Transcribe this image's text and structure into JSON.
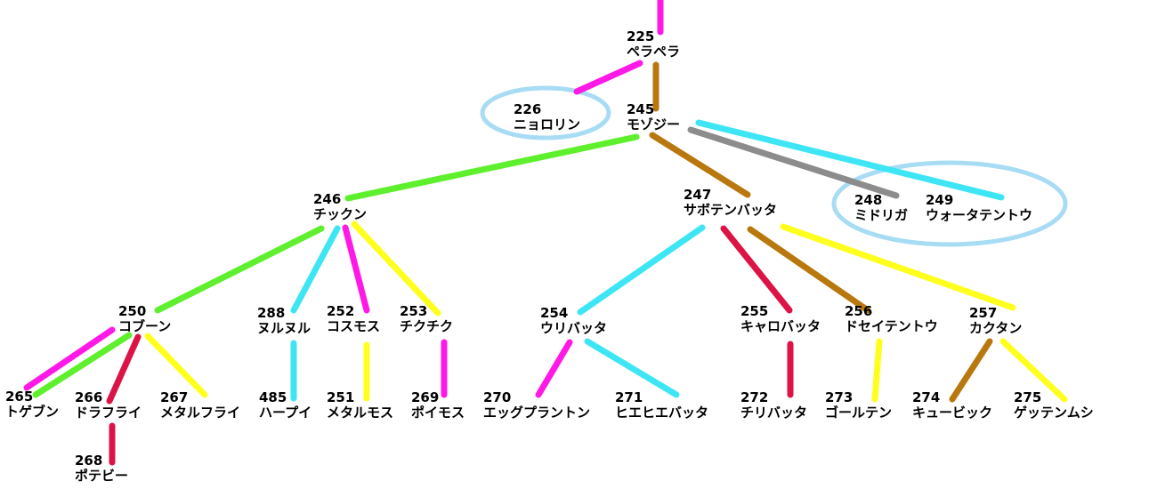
{
  "colors": {
    "magenta": "#ff19e6",
    "brown": "#b8780e",
    "green": "#5ef02c",
    "cyan": "#3ee6f5",
    "yellow": "#ffff1e",
    "crimson": "#dc1446",
    "gray": "#8c8c8c",
    "circle": "#a8dcf5",
    "text": "#000000"
  },
  "nodes": [
    {
      "id": "225",
      "number": "225",
      "name": "ペラペラ"
    },
    {
      "id": "226",
      "number": "226",
      "name": "ニョロリン"
    },
    {
      "id": "245",
      "number": "245",
      "name": "モゾジー"
    },
    {
      "id": "246",
      "number": "246",
      "name": "チックン"
    },
    {
      "id": "247",
      "number": "247",
      "name": "サボテンバッタ"
    },
    {
      "id": "248",
      "number": "248",
      "name": "ミドリガ"
    },
    {
      "id": "249",
      "number": "249",
      "name": "ウォータテントウ"
    },
    {
      "id": "250",
      "number": "250",
      "name": "コブーン"
    },
    {
      "id": "288",
      "number": "288",
      "name": "ヌルヌル"
    },
    {
      "id": "252",
      "number": "252",
      "name": "コスモス"
    },
    {
      "id": "253",
      "number": "253",
      "name": "チクチク"
    },
    {
      "id": "254",
      "number": "254",
      "name": "ウリバッタ"
    },
    {
      "id": "255",
      "number": "255",
      "name": "キャロバッタ"
    },
    {
      "id": "256",
      "number": "256",
      "name": "ドセイテントウ"
    },
    {
      "id": "257",
      "number": "257",
      "name": "カクタン"
    },
    {
      "id": "265",
      "number": "265",
      "name": "トゲブン"
    },
    {
      "id": "266",
      "number": "266",
      "name": "ドラフライ"
    },
    {
      "id": "267",
      "number": "267",
      "name": "メタルフライ"
    },
    {
      "id": "485",
      "number": "485",
      "name": "ハープイ"
    },
    {
      "id": "251",
      "number": "251",
      "name": "メタルモス"
    },
    {
      "id": "269",
      "number": "269",
      "name": "ポイモス"
    },
    {
      "id": "270",
      "number": "270",
      "name": "エッグプラントン"
    },
    {
      "id": "271",
      "number": "271",
      "name": "ヒエヒエバッタ"
    },
    {
      "id": "272",
      "number": "272",
      "name": "チリバッタ"
    },
    {
      "id": "273",
      "number": "273",
      "name": "ゴールテン"
    },
    {
      "id": "274",
      "number": "274",
      "name": "キュービック"
    },
    {
      "id": "275",
      "number": "275",
      "name": "ゲッテンムシ"
    },
    {
      "id": "268",
      "number": "268",
      "name": "ポテビー"
    }
  ],
  "edges": [
    {
      "from": "root",
      "to": "225",
      "color": "magenta"
    },
    {
      "from": "225",
      "to": "226",
      "color": "magenta"
    },
    {
      "from": "225",
      "to": "245",
      "color": "brown"
    },
    {
      "from": "245",
      "to": "246",
      "color": "green"
    },
    {
      "from": "245",
      "to": "247",
      "color": "brown"
    },
    {
      "from": "245",
      "to": "248",
      "color": "gray"
    },
    {
      "from": "245",
      "to": "249",
      "color": "cyan"
    },
    {
      "from": "246",
      "to": "250",
      "color": "green"
    },
    {
      "from": "246",
      "to": "288",
      "color": "cyan"
    },
    {
      "from": "246",
      "to": "252",
      "color": "magenta"
    },
    {
      "from": "246",
      "to": "253",
      "color": "yellow"
    },
    {
      "from": "247",
      "to": "254",
      "color": "cyan"
    },
    {
      "from": "247",
      "to": "255",
      "color": "crimson"
    },
    {
      "from": "247",
      "to": "256",
      "color": "brown"
    },
    {
      "from": "247",
      "to": "257",
      "color": "yellow"
    },
    {
      "from": "250",
      "to": "265",
      "color": "magenta"
    },
    {
      "from": "250",
      "to": "265",
      "color": "green"
    },
    {
      "from": "250",
      "to": "266",
      "color": "crimson"
    },
    {
      "from": "250",
      "to": "267",
      "color": "yellow"
    },
    {
      "from": "288",
      "to": "485",
      "color": "cyan"
    },
    {
      "from": "252",
      "to": "251",
      "color": "yellow"
    },
    {
      "from": "253",
      "to": "269",
      "color": "magenta"
    },
    {
      "from": "254",
      "to": "270",
      "color": "magenta"
    },
    {
      "from": "254",
      "to": "271",
      "color": "cyan"
    },
    {
      "from": "255",
      "to": "272",
      "color": "crimson"
    },
    {
      "from": "256",
      "to": "273",
      "color": "yellow"
    },
    {
      "from": "257",
      "to": "274",
      "color": "brown"
    },
    {
      "from": "257",
      "to": "275",
      "color": "yellow"
    },
    {
      "from": "266",
      "to": "268",
      "color": "crimson"
    }
  ],
  "highlight_groups": [
    {
      "members": [
        "226"
      ]
    },
    {
      "members": [
        "248",
        "249"
      ]
    }
  ]
}
